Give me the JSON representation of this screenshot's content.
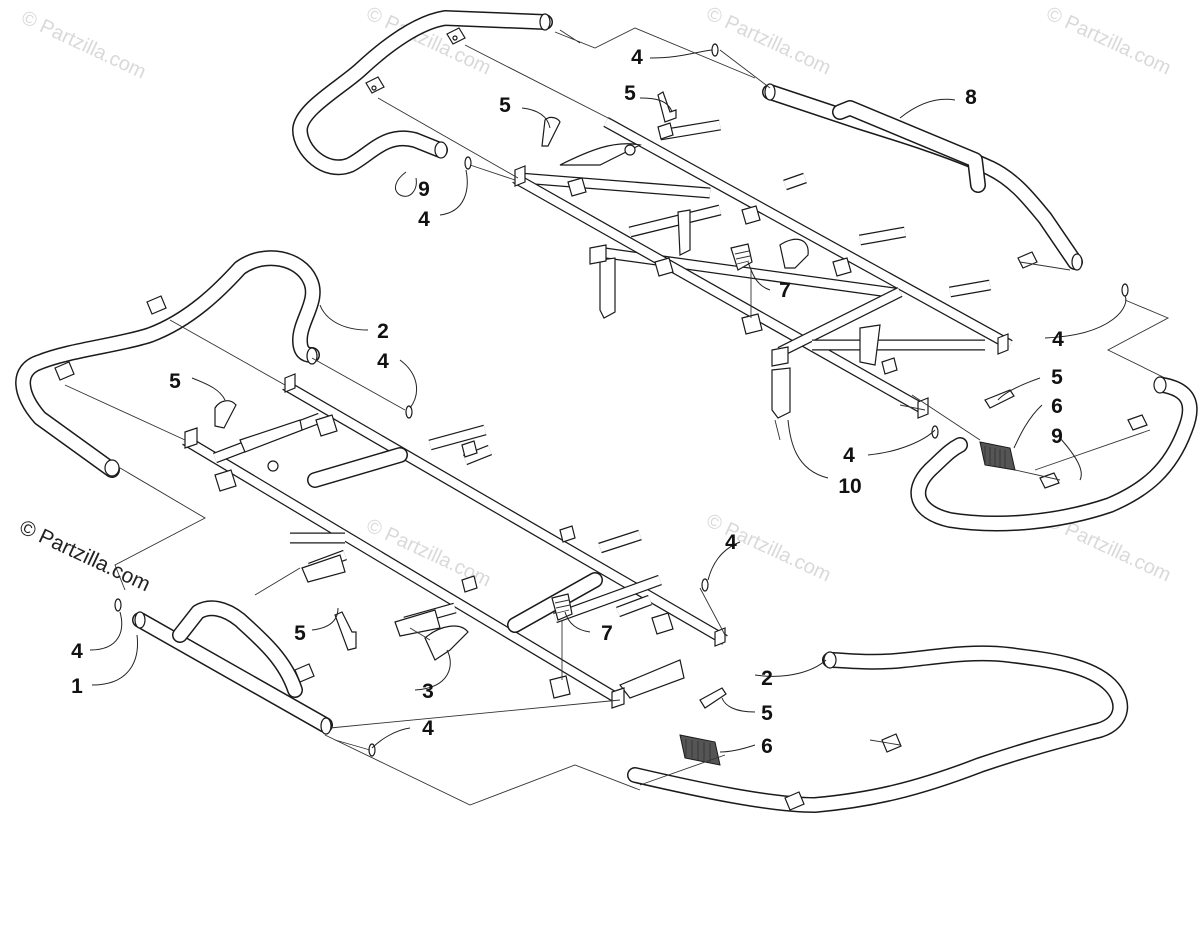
{
  "watermark": {
    "text": "© Partzilla.com",
    "main_text": "© Partzilla.com"
  },
  "callouts": {
    "upper_4_top": "4",
    "upper_5_top": "5",
    "upper_5_left": "5",
    "upper_8": "8",
    "upper_9_left": "9",
    "upper_4_left": "4",
    "upper_7": "7",
    "upper_4_right": "4",
    "upper_5_right": "5",
    "upper_6": "6",
    "upper_9_right": "9",
    "upper_4_bottom": "4",
    "upper_10": "10",
    "lower_2_top": "2",
    "lower_4_top": "4",
    "lower_5_left": "5",
    "lower_4_mid": "4",
    "lower_5_mid": "5",
    "lower_7": "7",
    "lower_4_left": "4",
    "lower_1": "1",
    "lower_3": "3",
    "lower_4_bottom": "4",
    "lower_2_right": "2",
    "lower_5_right": "5",
    "lower_6": "6"
  }
}
